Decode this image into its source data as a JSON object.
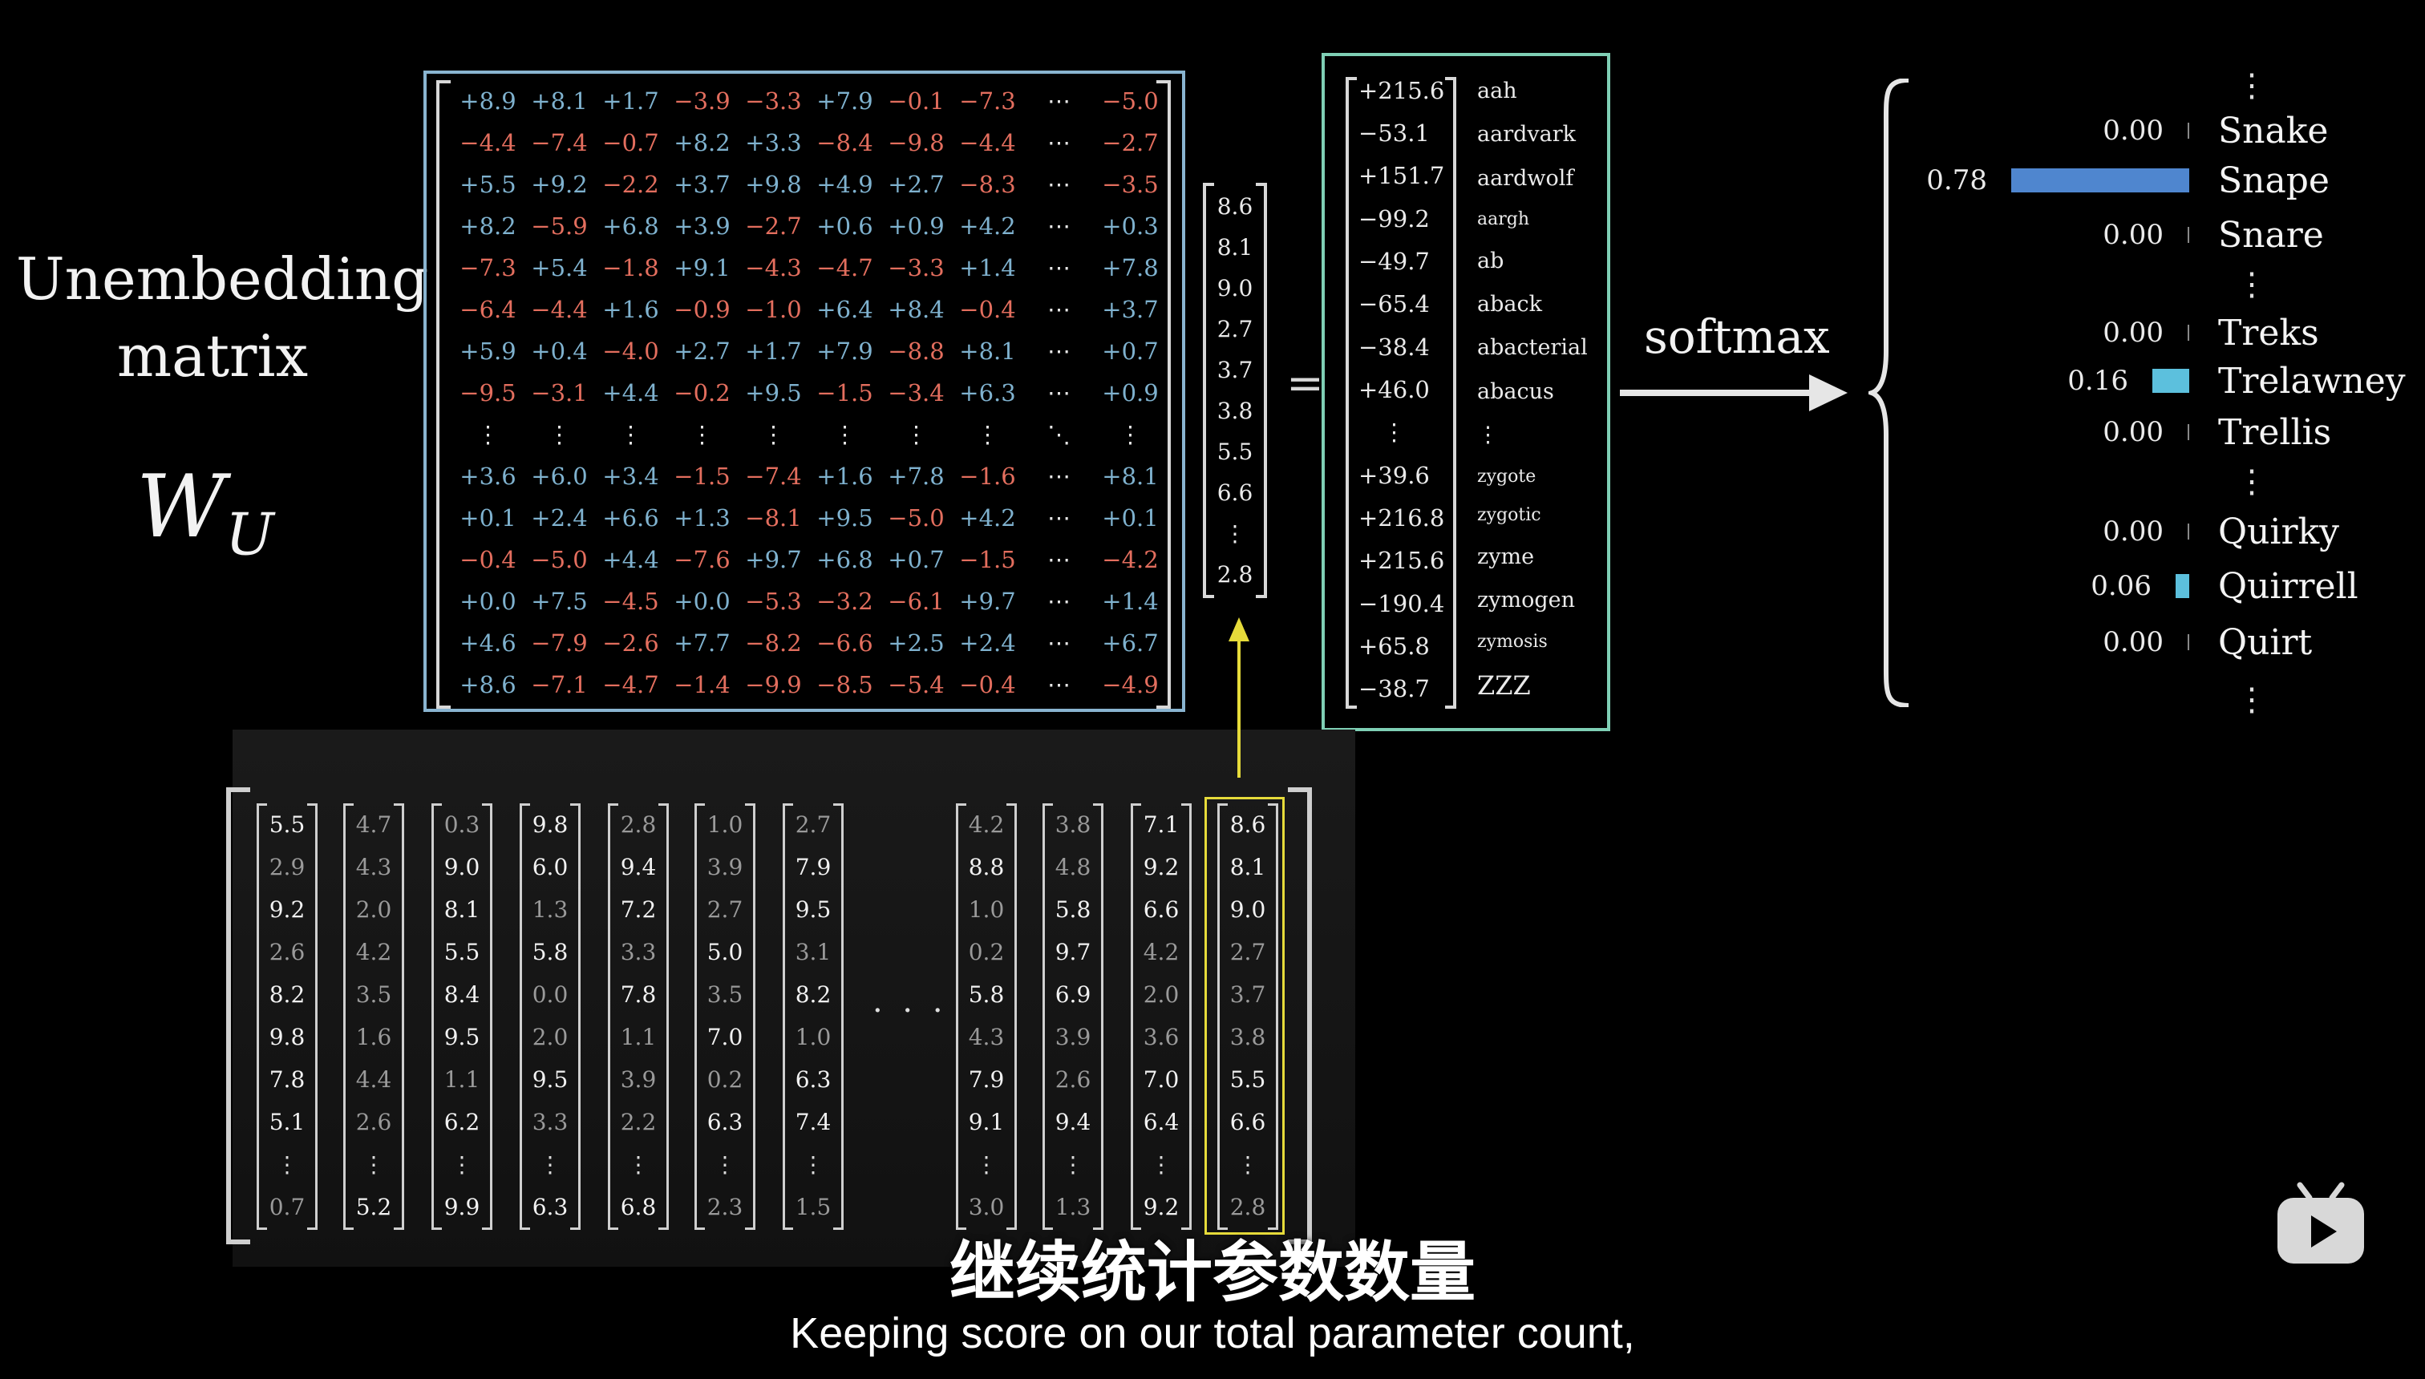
{
  "label": {
    "line1": "Unembedding",
    "line2": "matrix",
    "symbol_base": "W",
    "symbol_sub": "U"
  },
  "colors": {
    "positive": "#7fb2cf",
    "negative": "#e36e5e",
    "neutral": "#e6e6e6",
    "matrix_border": "#89b4d0",
    "logit_border": "#7fcfb5",
    "highlight": "#e6db3a",
    "bar_main": "#4f86cf",
    "bar_light": "#5cc0dd"
  },
  "wu_matrix": [
    [
      "+8.9",
      "+8.1",
      "+1.7",
      "−3.9",
      "−3.3",
      "+7.9",
      "−0.1",
      "−7.3",
      "⋯",
      "−5.0"
    ],
    [
      "−4.4",
      "−7.4",
      "−0.7",
      "+8.2",
      "+3.3",
      "−8.4",
      "−9.8",
      "−4.4",
      "⋯",
      "−2.7"
    ],
    [
      "+5.5",
      "+9.2",
      "−2.2",
      "+3.7",
      "+9.8",
      "+4.9",
      "+2.7",
      "−8.3",
      "⋯",
      "−3.5"
    ],
    [
      "+8.2",
      "−5.9",
      "+6.8",
      "+3.9",
      "−2.7",
      "+0.6",
      "+0.9",
      "+4.2",
      "⋯",
      "+0.3"
    ],
    [
      "−7.3",
      "+5.4",
      "−1.8",
      "+9.1",
      "−4.3",
      "−4.7",
      "−3.3",
      "+1.4",
      "⋯",
      "+7.8"
    ],
    [
      "−6.4",
      "−4.4",
      "+1.6",
      "−0.9",
      "−1.0",
      "+6.4",
      "+8.4",
      "−0.4",
      "⋯",
      "+3.7"
    ],
    [
      "+5.9",
      "+0.4",
      "−4.0",
      "+2.7",
      "+1.7",
      "+7.9",
      "−8.8",
      "+8.1",
      "⋯",
      "+0.7"
    ],
    [
      "−9.5",
      "−3.1",
      "+4.4",
      "−0.2",
      "+9.5",
      "−1.5",
      "−3.4",
      "+6.3",
      "⋯",
      "+0.9"
    ],
    [
      "⋮",
      "⋮",
      "⋮",
      "⋮",
      "⋮",
      "⋮",
      "⋮",
      "⋮",
      "⋱",
      "⋮"
    ],
    [
      "+3.6",
      "+6.0",
      "+3.4",
      "−1.5",
      "−7.4",
      "+1.6",
      "+7.8",
      "−1.6",
      "⋯",
      "+8.1"
    ],
    [
      "+0.1",
      "+2.4",
      "+6.6",
      "+1.3",
      "−8.1",
      "+9.5",
      "−5.0",
      "+4.2",
      "⋯",
      "+0.1"
    ],
    [
      "−0.4",
      "−5.0",
      "+4.4",
      "−7.6",
      "+9.7",
      "+6.8",
      "+0.7",
      "−1.5",
      "⋯",
      "−4.2"
    ],
    [
      "+0.0",
      "+7.5",
      "−4.5",
      "+0.0",
      "−5.3",
      "−3.2",
      "−6.1",
      "+9.7",
      "⋯",
      "+1.4"
    ],
    [
      "+4.6",
      "−7.9",
      "−2.6",
      "+7.7",
      "−8.2",
      "−6.6",
      "+2.5",
      "+2.4",
      "⋯",
      "+6.7"
    ],
    [
      "+8.6",
      "−7.1",
      "−4.7",
      "−1.4",
      "−9.9",
      "−8.5",
      "−5.4",
      "−0.4",
      "⋯",
      "−4.9"
    ]
  ],
  "vector": [
    "8.6",
    "8.1",
    "9.0",
    "2.7",
    "3.7",
    "3.8",
    "5.5",
    "6.6",
    "⋮",
    "2.8"
  ],
  "equals": "=",
  "logits": [
    {
      "value": "+215.6",
      "word": "aah"
    },
    {
      "value": "−53.1",
      "word": "aardvark"
    },
    {
      "value": "+151.7",
      "word": "aardwolf"
    },
    {
      "value": "−99.2",
      "word": "aargh"
    },
    {
      "value": "−49.7",
      "word": "ab"
    },
    {
      "value": "−65.4",
      "word": "aback"
    },
    {
      "value": "−38.4",
      "word": "abacterial"
    },
    {
      "value": "+46.0",
      "word": "abacus"
    },
    {
      "value": "⋮",
      "word": "⋮"
    },
    {
      "value": "+39.6",
      "word": "zygote"
    },
    {
      "value": "+216.8",
      "word": "zygotic"
    },
    {
      "value": "+215.6",
      "word": "zyme"
    },
    {
      "value": "−190.4",
      "word": "zymogen"
    },
    {
      "value": "+65.8",
      "word": "zymosis"
    },
    {
      "value": "−38.7",
      "word": "ZZZ"
    }
  ],
  "softmax_label": "softmax",
  "probabilities": [
    {
      "dots": true
    },
    {
      "value": "0.00",
      "word": "Snake",
      "prob": 0.0
    },
    {
      "value": "0.78",
      "word": "Snape",
      "prob": 0.78
    },
    {
      "value": "0.00",
      "word": "Snare",
      "prob": 0.0
    },
    {
      "dots": true
    },
    {
      "value": "0.00",
      "word": "Treks",
      "prob": 0.0
    },
    {
      "value": "0.16",
      "word": "Trelawney",
      "prob": 0.16
    },
    {
      "value": "0.00",
      "word": "Trellis",
      "prob": 0.0
    },
    {
      "dots": true
    },
    {
      "value": "0.00",
      "word": "Quirky",
      "prob": 0.0
    },
    {
      "value": "0.06",
      "word": "Quirrell",
      "prob": 0.06
    },
    {
      "value": "0.00",
      "word": "Quirt",
      "prob": 0.0
    },
    {
      "dots": true
    }
  ],
  "context_columns": [
    [
      "5.5",
      "2.9",
      "9.2",
      "2.6",
      "8.2",
      "9.8",
      "7.8",
      "5.1",
      "⋮",
      "0.7"
    ],
    [
      "4.7",
      "4.3",
      "2.0",
      "4.2",
      "3.5",
      "1.6",
      "4.4",
      "2.6",
      "⋮",
      "5.2"
    ],
    [
      "0.3",
      "9.0",
      "8.1",
      "5.5",
      "8.4",
      "9.5",
      "1.1",
      "6.2",
      "⋮",
      "9.9"
    ],
    [
      "9.8",
      "6.0",
      "1.3",
      "5.8",
      "0.0",
      "2.0",
      "9.5",
      "3.3",
      "⋮",
      "6.3"
    ],
    [
      "2.8",
      "9.4",
      "7.2",
      "3.3",
      "7.8",
      "1.1",
      "3.9",
      "2.2",
      "⋮",
      "6.8"
    ],
    [
      "1.0",
      "3.9",
      "2.7",
      "5.0",
      "3.5",
      "7.0",
      "0.2",
      "6.3",
      "⋮",
      "2.3"
    ],
    [
      "2.7",
      "7.9",
      "9.5",
      "3.1",
      "8.2",
      "1.0",
      "6.3",
      "7.4",
      "⋮",
      "1.5"
    ],
    [
      "4.2",
      "8.8",
      "1.0",
      "0.2",
      "5.8",
      "4.3",
      "7.9",
      "9.1",
      "⋮",
      "3.0"
    ],
    [
      "3.8",
      "4.8",
      "5.8",
      "9.7",
      "6.9",
      "3.9",
      "2.6",
      "9.4",
      "⋮",
      "1.3"
    ],
    [
      "7.1",
      "9.2",
      "6.6",
      "4.2",
      "2.0",
      "3.6",
      "7.0",
      "6.4",
      "⋮",
      "9.2"
    ],
    [
      "8.6",
      "8.1",
      "9.0",
      "2.7",
      "3.7",
      "3.8",
      "5.5",
      "6.6",
      "⋮",
      "2.8"
    ]
  ],
  "context_ellipsis": "· · ·",
  "subtitle_zh": "继续统计参数数量",
  "subtitle_en": "Keeping score on our total parameter count,"
}
